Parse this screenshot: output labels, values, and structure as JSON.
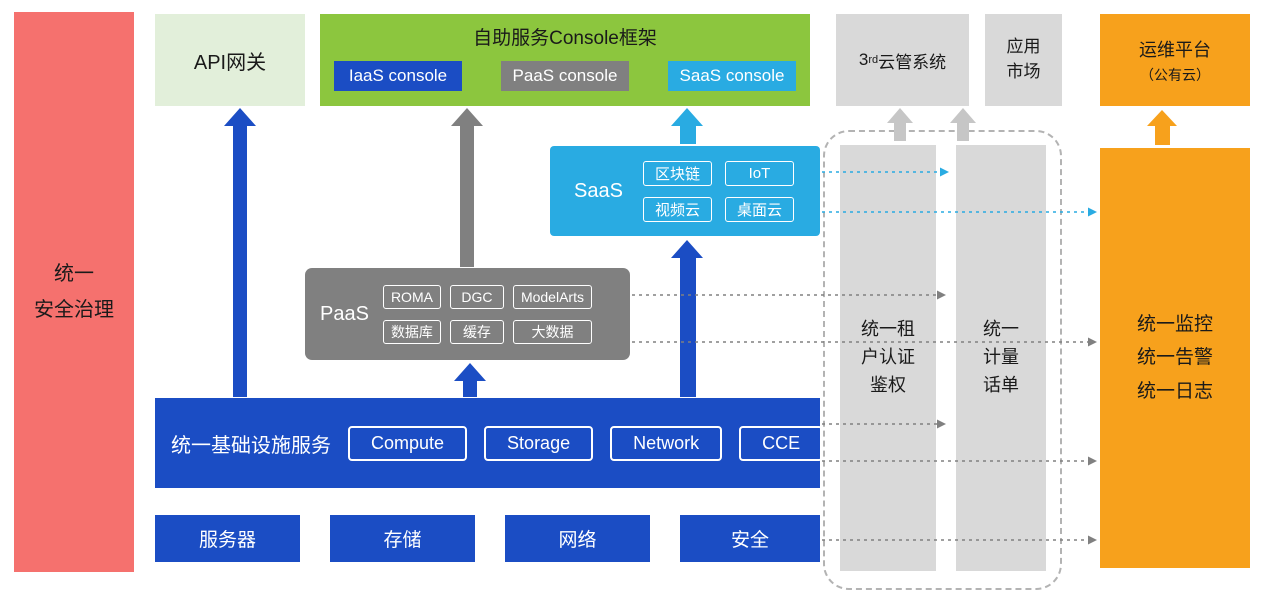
{
  "colors": {
    "red": "#F5716E",
    "light_green": "#E2EFDA",
    "green": "#8CC63E",
    "blue": "#1B4DC4",
    "gray": "#808080",
    "light_gray": "#D9D9D9",
    "cyan": "#29ABE2",
    "orange": "#F7A11C",
    "dash_border": "#B3B3B3"
  },
  "governance": {
    "label": "统一\n安全治理"
  },
  "api_gateway": {
    "label": "API网关"
  },
  "console": {
    "title": "自助服务Console框架",
    "buttons": [
      {
        "label": "IaaS console"
      },
      {
        "label": "PaaS console"
      },
      {
        "label": "SaaS console"
      }
    ]
  },
  "third_party": {
    "pre": "3",
    "sup": "rd",
    "post": "云管系统"
  },
  "app_market": {
    "label": "应用\n市场"
  },
  "om_platform": {
    "line1": "运维平台",
    "line2": "（公有云）"
  },
  "saas": {
    "label": "SaaS",
    "items": [
      "区块链",
      "IoT",
      "视频云",
      "桌面云"
    ]
  },
  "paas": {
    "label": "PaaS",
    "items": [
      "ROMA",
      "DGC",
      "ModelArts",
      "数据库",
      "缓存",
      "大数据"
    ]
  },
  "infrastructure": {
    "label": "统一基础设施服务",
    "items": [
      "Compute",
      "Storage",
      "Network",
      "CCE"
    ]
  },
  "base_layer": {
    "items": [
      "服务器",
      "存储",
      "网络",
      "安全"
    ]
  },
  "auth_bar": {
    "label": "统一租\n户认证\n鉴权"
  },
  "metering_bar": {
    "label": "统一\n计量\n话单"
  },
  "monitoring": {
    "label": "统一监控\n统一告警\n统一日志"
  }
}
